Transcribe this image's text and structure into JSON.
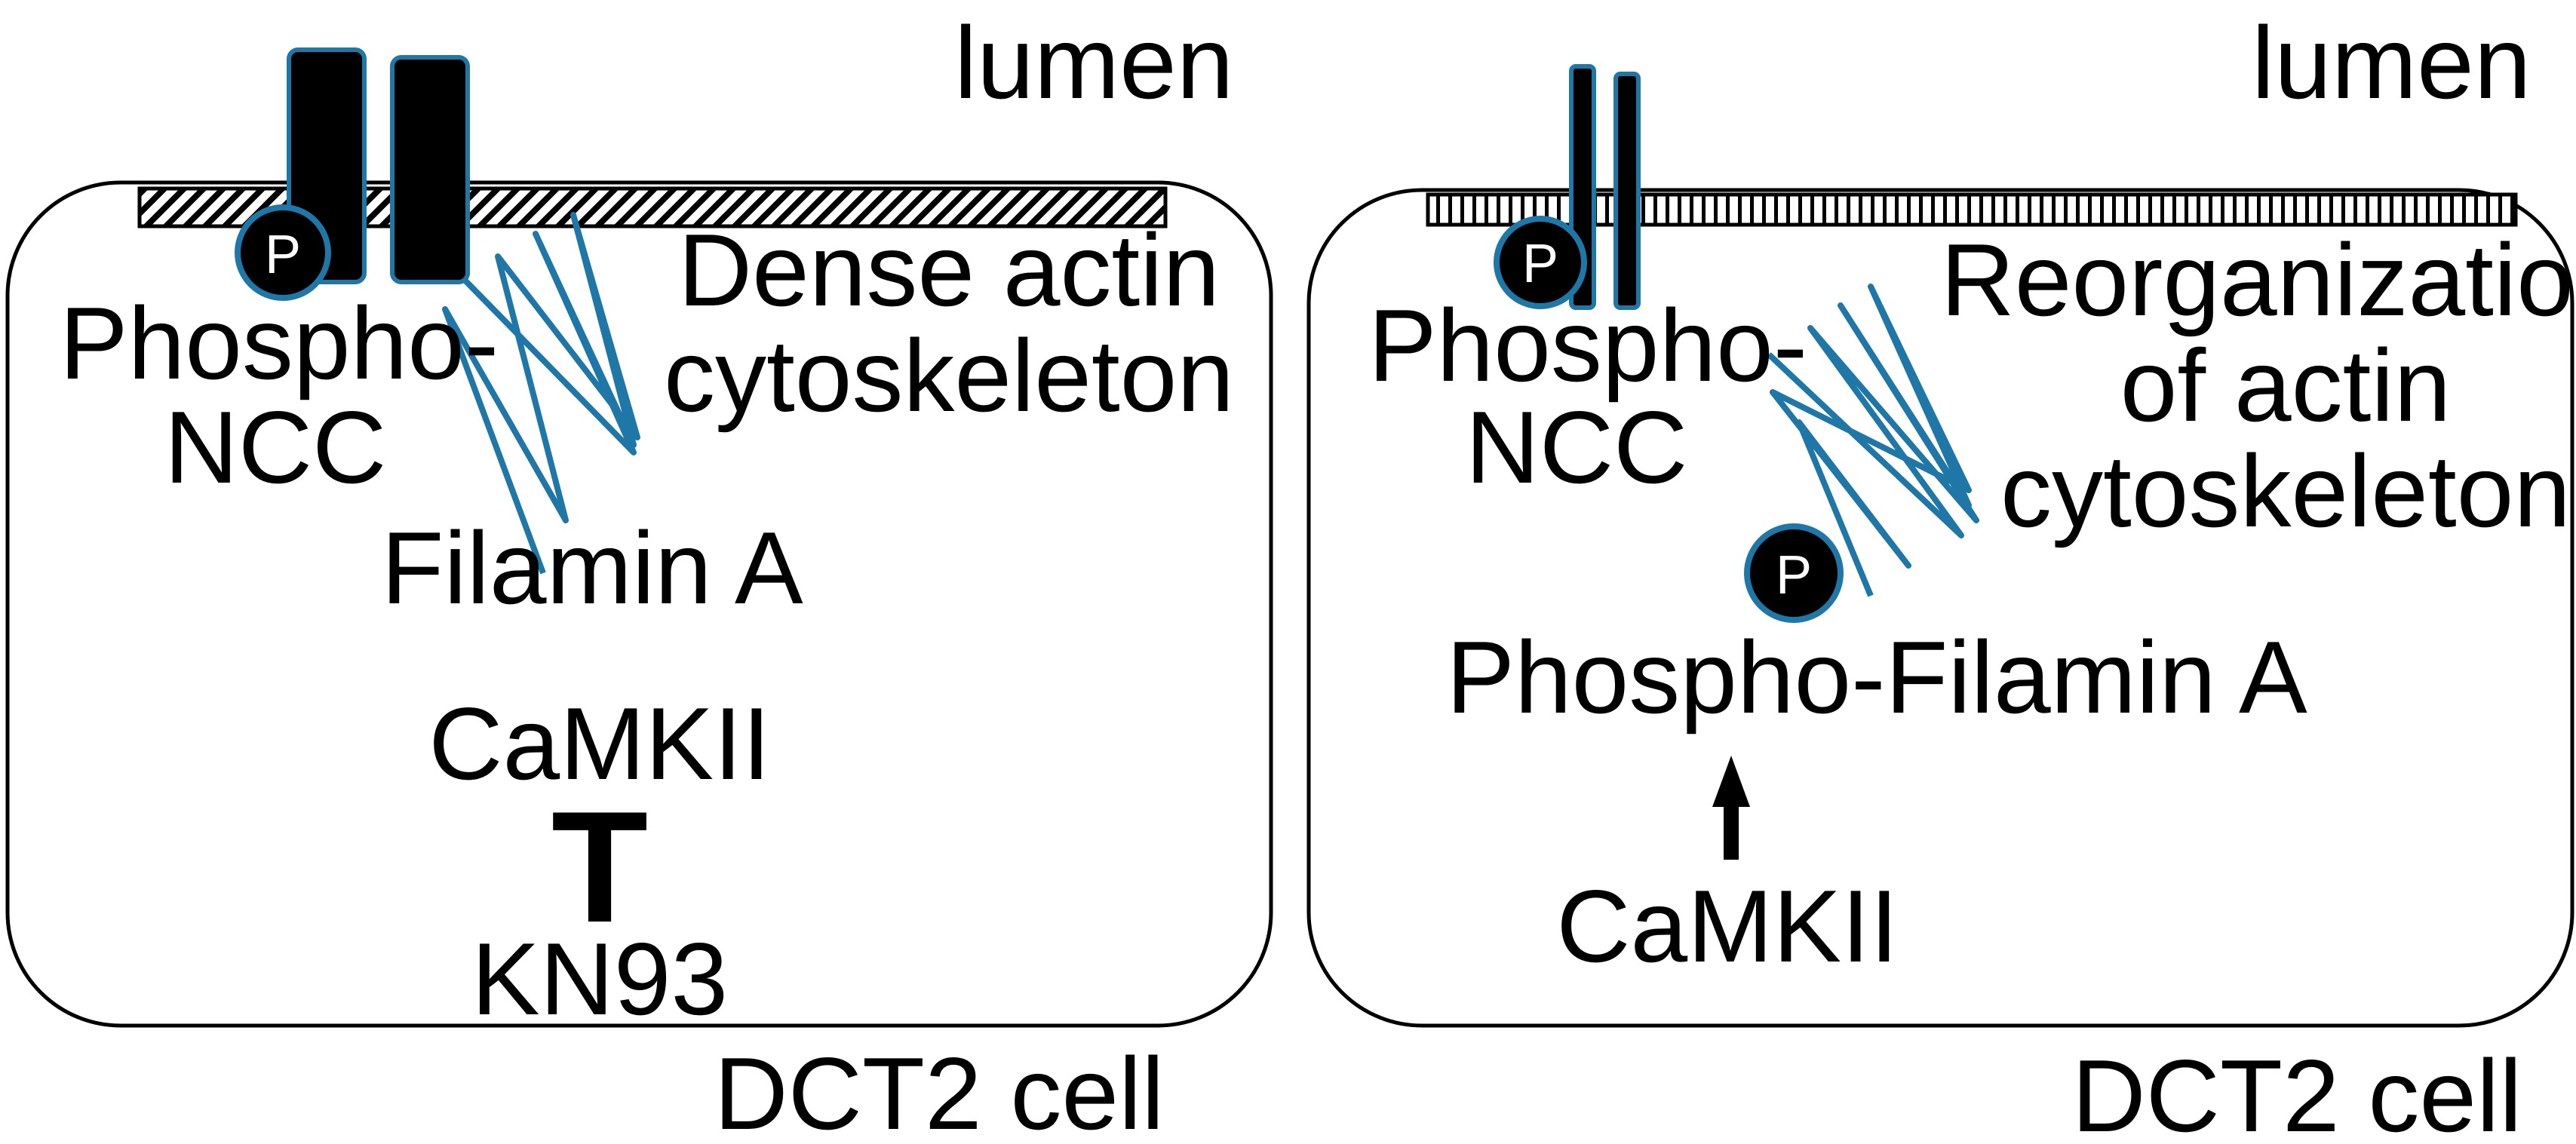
{
  "colors": {
    "accent": "#1f77a8",
    "outline": "#000000",
    "background": "#ffffff"
  },
  "left_panel": {
    "lumen_label": "lumen",
    "cell_label": "DCT2 cell",
    "phospho_badge": "P",
    "ncc_label_line1": "Phospho-",
    "ncc_label_line2": "NCC",
    "actin_line1": "Dense actin",
    "actin_line2": "cytoskeleton",
    "filamin_label": "Filamin A",
    "kinase_label": "CaMKII",
    "inhibitor_symbol": "T",
    "inhibitor_label": "KN93"
  },
  "right_panel": {
    "lumen_label": "lumen",
    "cell_label": "DCT2 cell",
    "ncc_badge": "P",
    "ncc_label_line1": "Phospho-",
    "ncc_label_line2": "NCC",
    "actin_line1": "Reorganization",
    "actin_line2": "of actin",
    "actin_line3": "cytoskeleton",
    "filamin_badge": "P",
    "filamin_label": "Phospho-Filamin A",
    "kinase_label": "CaMKII"
  }
}
